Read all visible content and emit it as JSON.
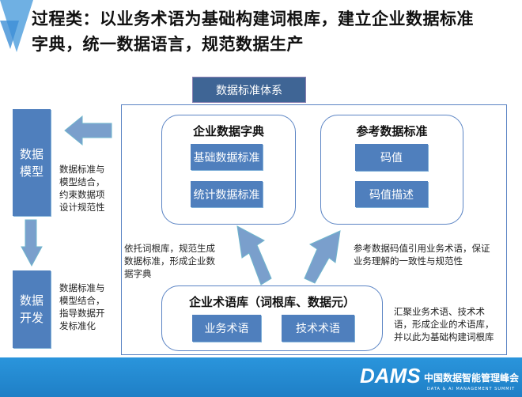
{
  "title": {
    "line1": "过程类：以业务术语为基础构建词根库，建立企业数据标准",
    "line2": "字典，统一数据语言，规范数据生产"
  },
  "system_label": "数据标准体系",
  "enterprise_dict": {
    "title": "企业数据字典",
    "items": [
      "基础数据标准",
      "统计数据标准"
    ]
  },
  "reference_std": {
    "title": "参考数据标准",
    "items": [
      "码值",
      "码值描述"
    ]
  },
  "term_lib": {
    "title": "企业术语库（词根库、数据元）",
    "items": [
      "业务术语",
      "技术术语"
    ]
  },
  "side": {
    "model": "数据\n模型",
    "dev": "数据\n开发"
  },
  "notes": {
    "model": "数据标准与模型结合，约束数据项设计规范性",
    "dev": "数据标准与模型结合，指导数据开发标准化",
    "dict": "依托词根库，规范生成数据标准，形成企业数据字典",
    "reference": "参考数据码值引用业务术语，保证业务理解的一致性与规范性",
    "term": "汇聚业务术语、技术术语，形成企业的术语库，并以此为基础构建词根库"
  },
  "footer": {
    "logo": "DAMS",
    "name": "中国数据智能管理峰会",
    "subtitle": "DATA & AI MANAGEMENT SUMMIT"
  },
  "colors": {
    "box": "#4f7fbd",
    "frame": "#5b84c4",
    "arrow": "#7a9fcc",
    "banner": "#1f86cf"
  }
}
